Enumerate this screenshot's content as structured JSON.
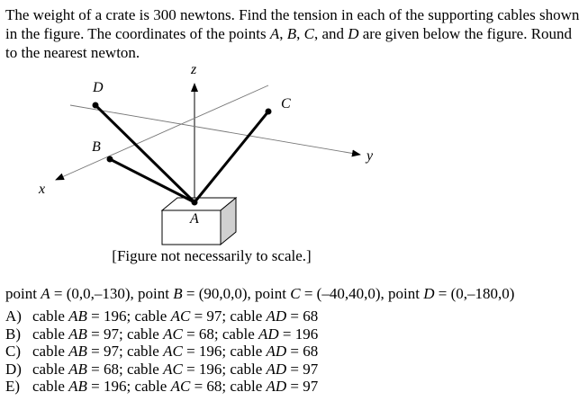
{
  "problem": {
    "part1": "The weight of a crate is 300 newtons. Find the tension in each of the supporting cables shown in the figure. The coordinates of the points ",
    "A": "A",
    "sep1": ", ",
    "B": "B",
    "sep2": ", ",
    "C": "C",
    "sep3": ", and ",
    "D": "D",
    "part2": " are given below the figure. Round to the nearest newton."
  },
  "figure": {
    "axis_z": "z",
    "axis_y": "y",
    "axis_x": "x",
    "label_A": "A",
    "label_B": "B",
    "label_C": "C",
    "label_D": "D",
    "caption": "[Figure not necessarily to scale.]"
  },
  "points": {
    "word": "point",
    "A_name": "A",
    "A_coord": "(0,0,–130)",
    "B_name": "B",
    "B_coord": "(90,0,0)",
    "C_name": "C",
    "C_coord": "(–40,40,0)",
    "D_name": "D",
    "D_coord": "(0,–180,0)"
  },
  "answers": [
    {
      "letter": "A)",
      "t1": "196",
      "t2": "97",
      "t3": "68"
    },
    {
      "letter": "B)",
      "t1": "97",
      "t2": "68",
      "t3": "196"
    },
    {
      "letter": "C)",
      "t1": "97",
      "t2": "196",
      "t3": "68"
    },
    {
      "letter": "D)",
      "t1": "68",
      "t2": "196",
      "t3": "97"
    },
    {
      "letter": "E)",
      "t1": "196",
      "t2": "68",
      "t3": "97"
    }
  ],
  "answer_words": {
    "cable": "cable",
    "AB": "AB",
    "AC": "AC",
    "AD": "AD",
    "eq": " = ",
    "sep": "; "
  }
}
